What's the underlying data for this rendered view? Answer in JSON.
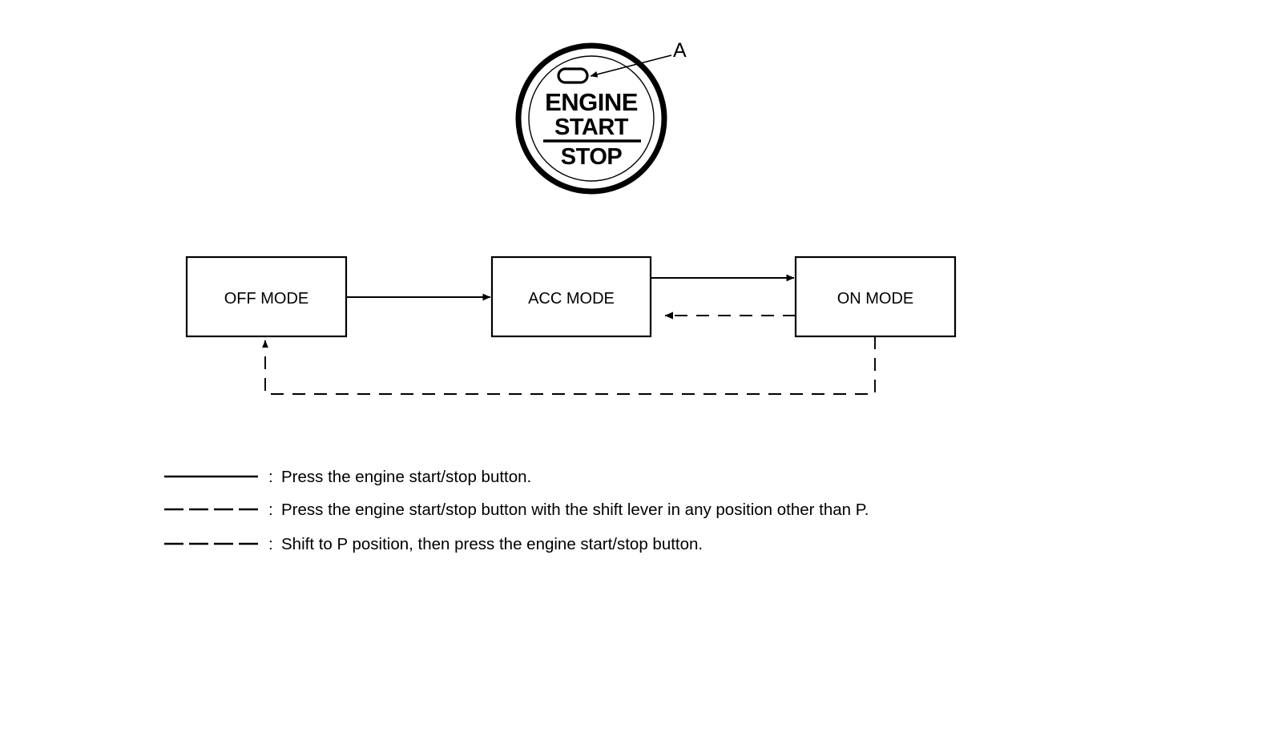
{
  "figure": {
    "title": "Engine start/stop button operating mode diagram",
    "background_color": "#ffffff",
    "line_color": "#000000"
  },
  "button": {
    "name": "engine-start-stop-button",
    "text_lines": {
      "line1": "ENGINE",
      "line2": "START",
      "line3": "STOP"
    },
    "indicator": {
      "name": "indicator-lamp",
      "shape": "rounded-rectangle"
    },
    "callout": {
      "label": "A",
      "target": "indicator-lamp"
    }
  },
  "diagram": {
    "nodes": [
      {
        "id": "off",
        "label": "OFF MODE"
      },
      {
        "id": "acc",
        "label": "ACC MODE"
      },
      {
        "id": "on",
        "label": "ON MODE"
      }
    ],
    "edges": [
      {
        "from": "off",
        "to": "acc",
        "style": "solid",
        "direction": "right"
      },
      {
        "from": "acc",
        "to": "on",
        "style": "solid",
        "direction": "right"
      },
      {
        "from": "on",
        "to": "acc",
        "style": "dashed",
        "direction": "left"
      },
      {
        "from": "on",
        "to": "off",
        "style": "dashed",
        "direction": "up"
      }
    ]
  },
  "legend": {
    "items": [
      {
        "style": "solid",
        "separator": ":",
        "text": "Press the engine start/stop button."
      },
      {
        "style": "dashed",
        "separator": ":",
        "text": "Press the engine start/stop button with the shift lever in any position other than P."
      },
      {
        "style": "dashed",
        "separator": ":",
        "text": "Shift to P position, then press the engine start/stop button."
      }
    ]
  }
}
